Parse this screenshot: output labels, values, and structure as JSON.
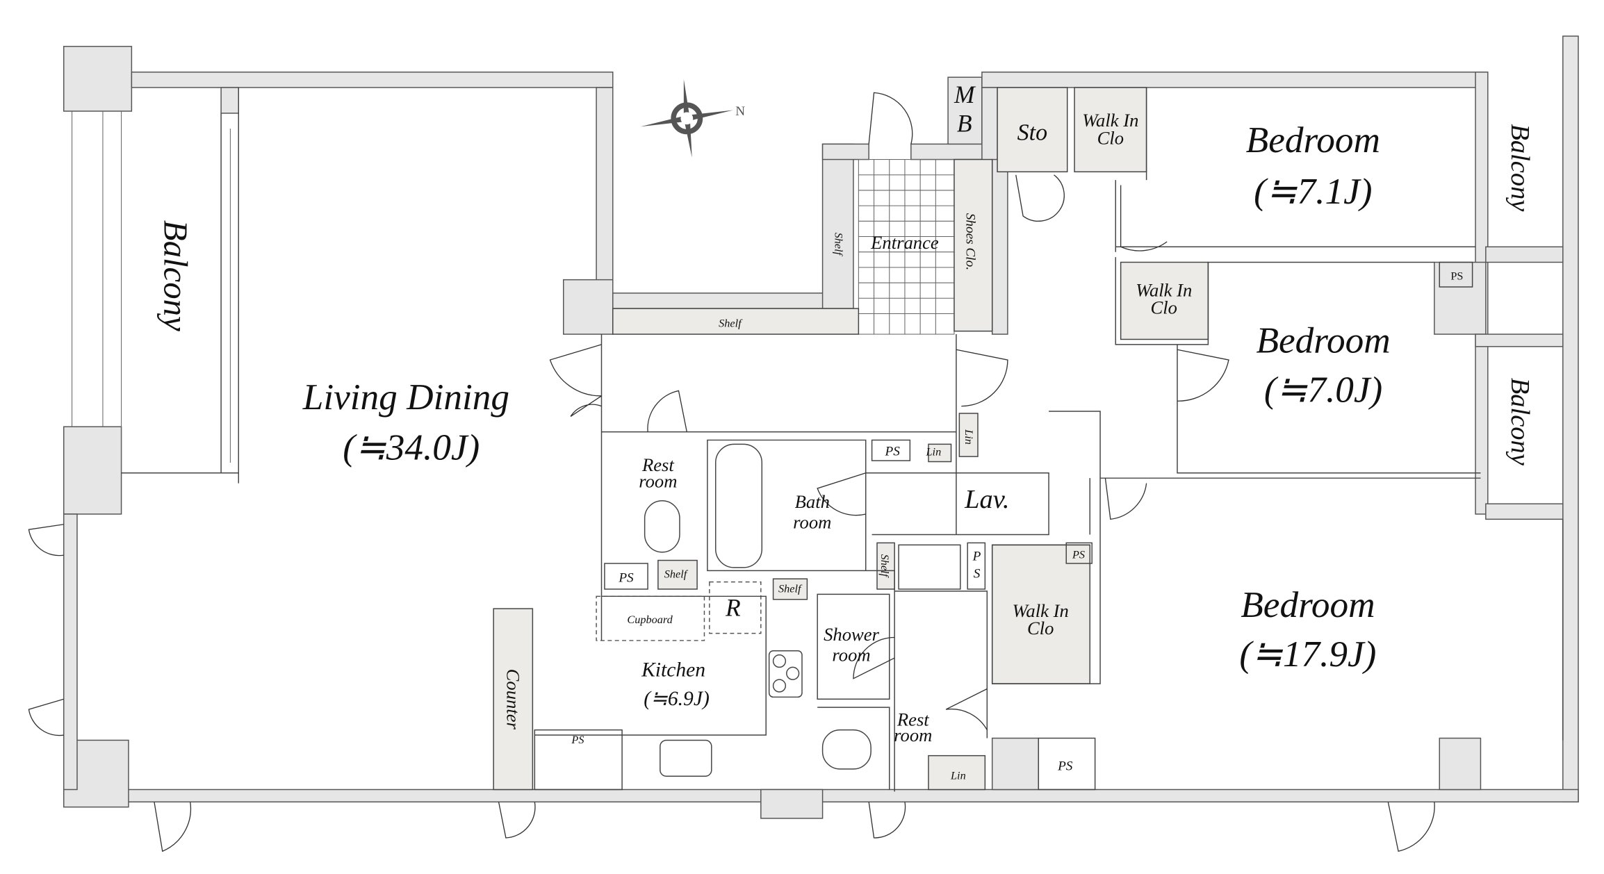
{
  "colors": {
    "wall": "#e6e6e7",
    "fixture": "#ecebe8",
    "line": "#444444"
  },
  "compass": {
    "icon": "compass-rose-icon",
    "north_label": "N"
  },
  "rooms": {
    "living": {
      "name": "Living Dining",
      "size": "(≒34.0J)"
    },
    "balcony_left": "Balcony",
    "balcony_right_top": "Balcony",
    "balcony_right_mid": "Balcony",
    "entrance": "Entrance",
    "entrance_shelf": "Shelf",
    "shoes_closet": "Shoes Clo.",
    "corridor_shelf": "Shelf",
    "mb": {
      "line1": "M",
      "line2": "B"
    },
    "storage": "Sto",
    "wic1": {
      "line1": "Walk In",
      "line2": "Clo"
    },
    "bedroom1": {
      "name": "Bedroom",
      "size": "(≒7.1J)"
    },
    "ps_bedroom2": "PS",
    "wic2": {
      "line1": "Walk In",
      "line2": "Clo"
    },
    "bedroom2": {
      "name": "Bedroom",
      "size": "(≒7.0J)"
    },
    "restroom1": {
      "line1": "Rest",
      "line2": "room"
    },
    "bathroom": {
      "line1": "Bath",
      "line2": "room"
    },
    "ps_bath": "PS",
    "lin1": "Lin",
    "lin2": "Lin",
    "lav": "Lav.",
    "lav_shelf": "Shelf",
    "ps_vertical": {
      "line1": "P",
      "line2": "S"
    },
    "ps_rest": "PS",
    "rest_shelf": "Shelf",
    "kitchen_shelf": "Shelf",
    "refrigerator": "R",
    "cupboard": "Cupboard",
    "kitchen": {
      "name": "Kitchen",
      "size": "(≒6.9J)"
    },
    "counter": "Counter",
    "shower": {
      "line1": "Shower",
      "line2": "room"
    },
    "restroom2": {
      "line1": "Rest",
      "line2": "room"
    },
    "lin3": "Lin",
    "wic3": {
      "line1": "Walk In",
      "line2": "Clo"
    },
    "ps_wic3": "PS",
    "bedroom3": {
      "name": "Bedroom",
      "size": "(≒17.9J)"
    },
    "ps_bottom": "PS",
    "ps_kitchen": "PS"
  }
}
